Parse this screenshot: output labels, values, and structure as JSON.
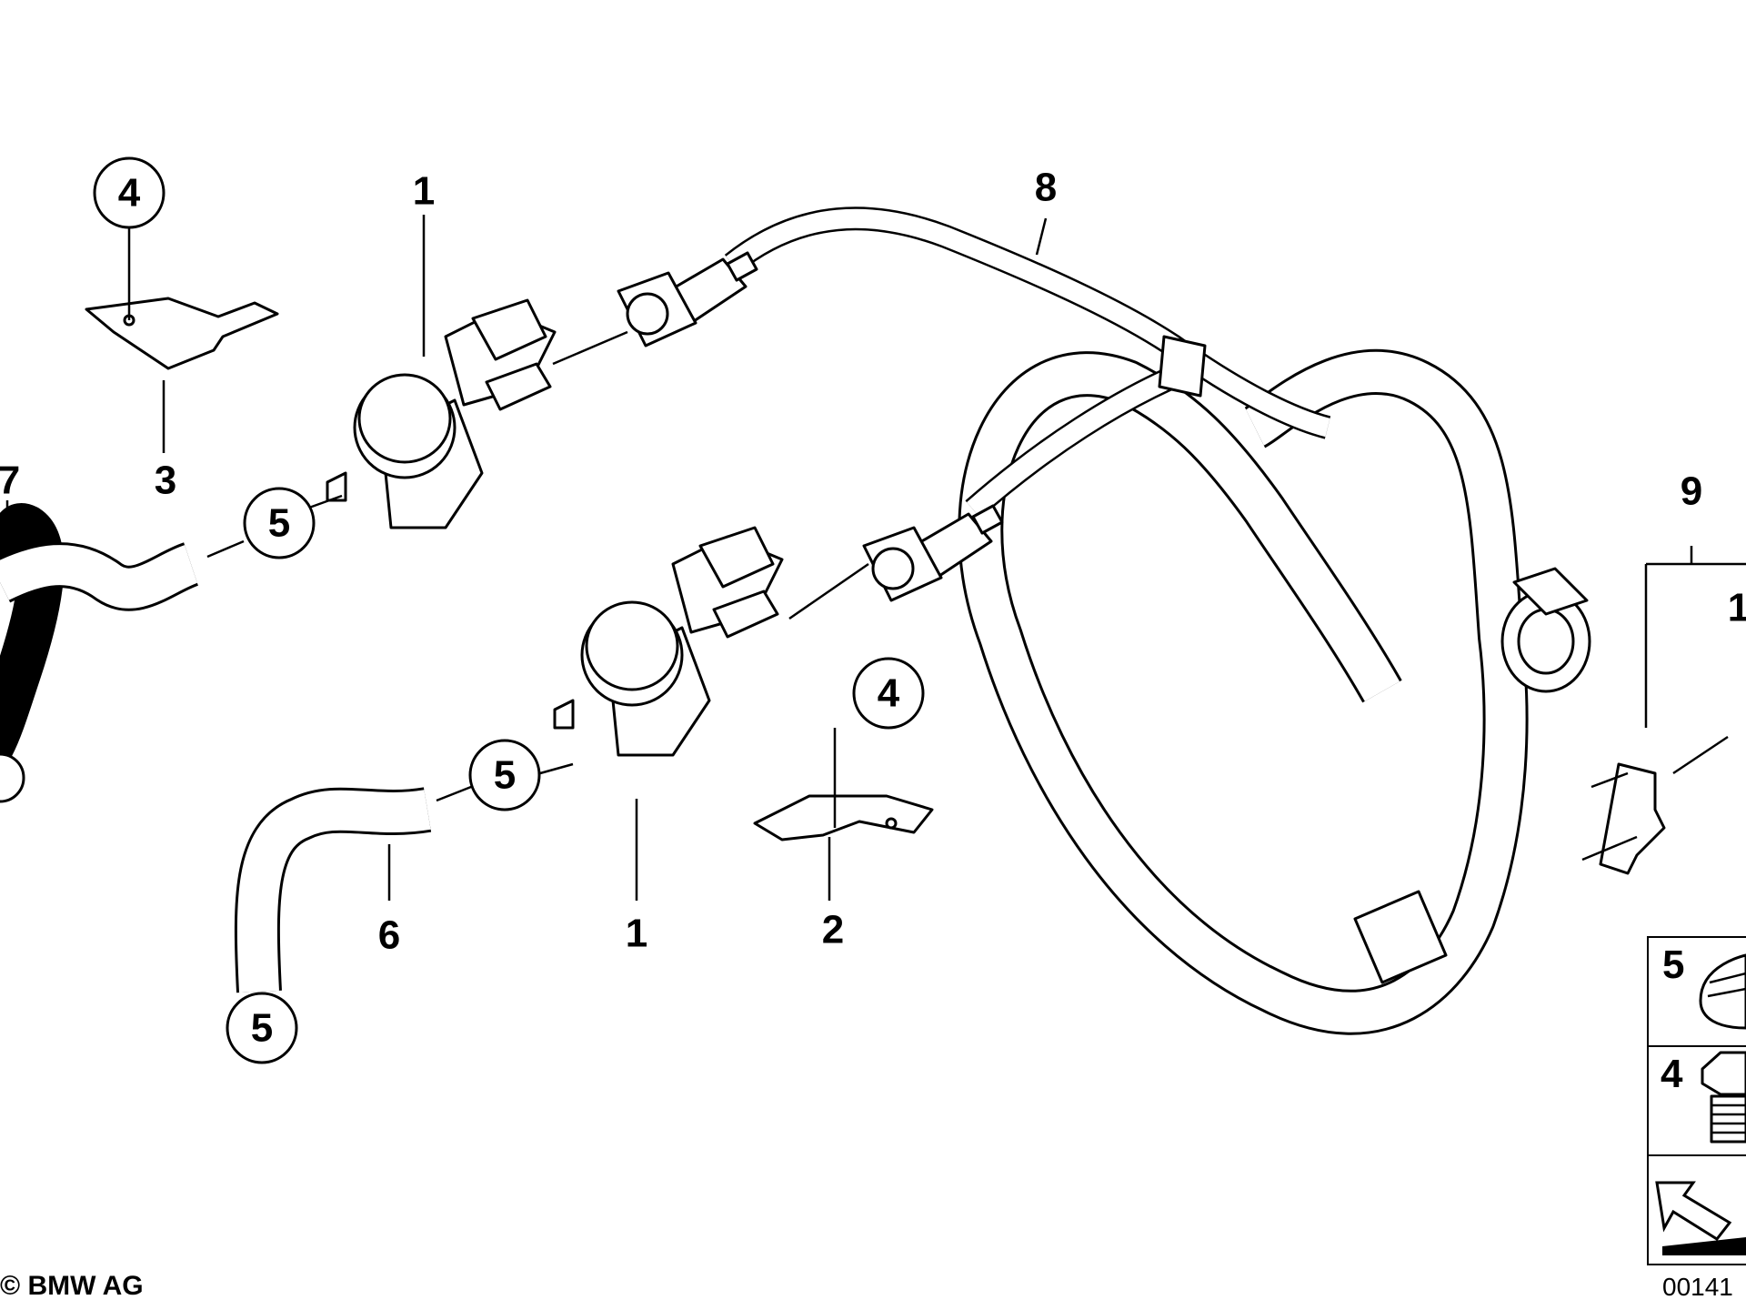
{
  "callouts": [
    {
      "id": "c-4a",
      "text": "4",
      "circled": true
    },
    {
      "id": "c-1a",
      "text": "1",
      "circled": false
    },
    {
      "id": "c-8",
      "text": "8",
      "circled": false
    },
    {
      "id": "c-7",
      "text": "7",
      "circled": false
    },
    {
      "id": "c-3",
      "text": "3",
      "circled": false
    },
    {
      "id": "c-5a",
      "text": "5",
      "circled": true
    },
    {
      "id": "c-9",
      "text": "9",
      "circled": false
    },
    {
      "id": "c-1r",
      "text": "1",
      "circled": false
    },
    {
      "id": "c-4b",
      "text": "4",
      "circled": true
    },
    {
      "id": "c-5b",
      "text": "5",
      "circled": true
    },
    {
      "id": "c-6",
      "text": "6",
      "circled": false
    },
    {
      "id": "c-1b",
      "text": "1",
      "circled": false
    },
    {
      "id": "c-2",
      "text": "2",
      "circled": false
    },
    {
      "id": "c-5c",
      "text": "5",
      "circled": true
    }
  ],
  "legend": [
    {
      "id": "leg-5",
      "text": "5"
    },
    {
      "id": "leg-4",
      "text": "4"
    }
  ],
  "copyright": "© BMW AG",
  "diagram_code": "00141"
}
